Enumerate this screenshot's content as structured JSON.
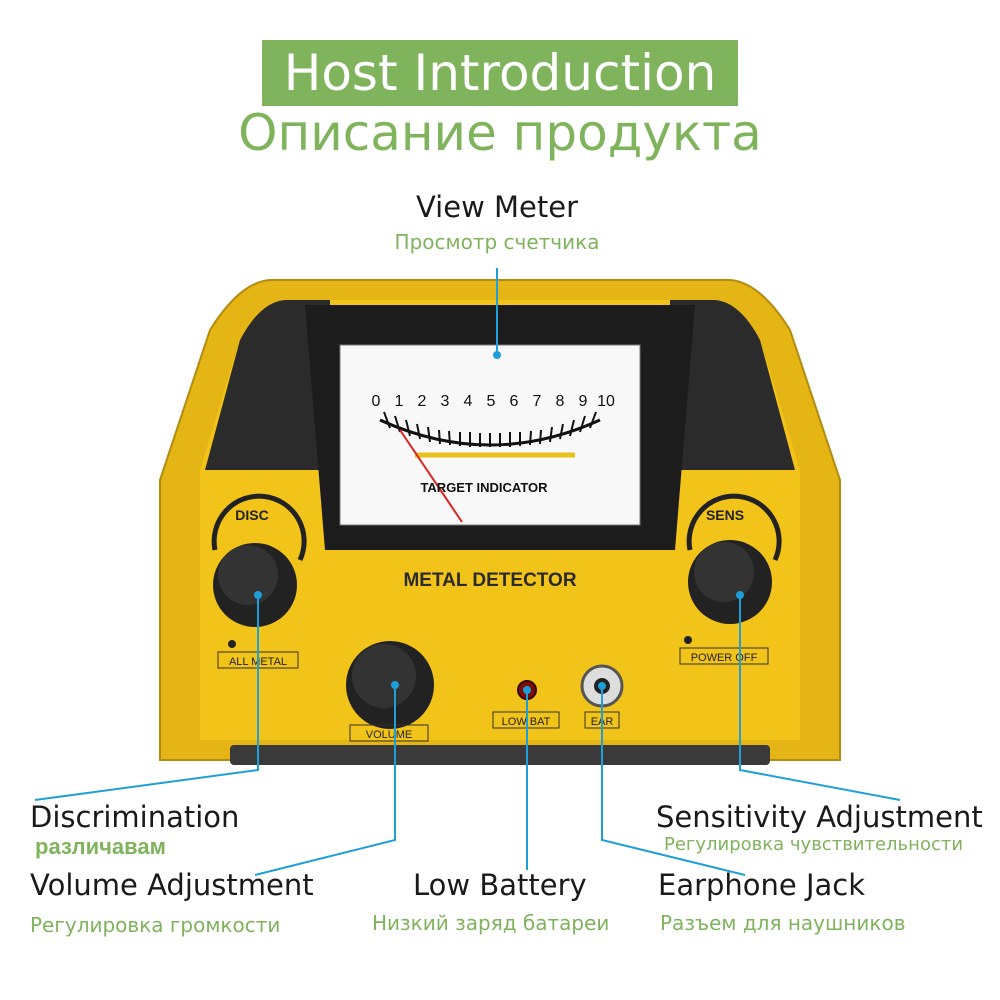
{
  "title": {
    "en": "Host Introduction",
    "ru": "Описание продукта"
  },
  "device": {
    "brand_label": "METAL DETECTOR",
    "meter": {
      "scale": [
        "0",
        "1",
        "2",
        "3",
        "4",
        "5",
        "6",
        "7",
        "8",
        "9",
        "10"
      ],
      "caption": "TARGET INDICATOR"
    },
    "knobs": {
      "disc": "DISC",
      "sens": "SENS",
      "volume": "VOLUME",
      "all_metal": "ALL METAL",
      "power_off": "POWER OFF"
    },
    "low_bat": "LOW BAT",
    "ear": "EAR"
  },
  "callouts": {
    "view_meter": {
      "en": "View Meter",
      "ru": "Просмотр счетчика"
    },
    "discrimination": {
      "en": "Discrimination",
      "ru": "различавам"
    },
    "volume": {
      "en": "Volume Adjustment",
      "ru": "Регулировка громкости"
    },
    "low_battery": {
      "en": "Low Battery",
      "ru": "Низкий заряд батареи"
    },
    "earphone": {
      "en": "Earphone Jack",
      "ru": "Разъем для наушников"
    },
    "sensitivity": {
      "en": "Sensitivity Adjustment",
      "ru": "Регулировка чувствительности"
    }
  },
  "colors": {
    "accent": "#7fb35c",
    "callout_line": "#1e9fd8",
    "body": "#f2c318"
  }
}
